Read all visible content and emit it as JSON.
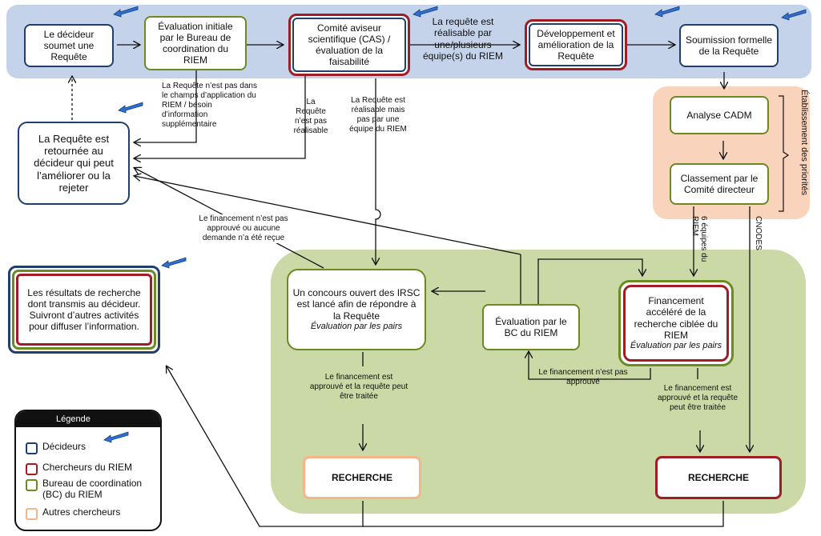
{
  "boxes": {
    "decideur": "Le décideur soumet une Requête",
    "evaluation_initiale": "Évaluation initiale par le Bureau de coordination du RIEM",
    "comite_cas": "Comité aviseur scientifique (CAS) / évaluation de la faisabilité",
    "developpement": "Développement et amélioration de la Requête",
    "soumission": "Soumission formelle de la Requête",
    "analyse_cadm": "Analyse CADM",
    "classement": "Classement par le Comité directeur",
    "retournee": "La Requête est retournée au décideur qui peut l’améliorer ou la rejeter",
    "resultats": "Les résultats de recherche dont transmis au décideur. Suivront d’autres activités pour diffuser l’information.",
    "concours": "Un concours ouvert des IRSC est lancé afin de répondre à la Requête",
    "concours_sub": "Évaluation par les pairs",
    "evaluation_bc": "Évaluation par le BC du RIEM",
    "financement_accelere": "Financement accéléré de la recherche ciblée du RIEM",
    "financement_accelere_sub": "Évaluation par les pairs",
    "recherche_1": "RECHERCHE",
    "recherche_2": "RECHERCHE"
  },
  "labels": {
    "realisable_equipes": "La requête est réalisable par une/plusieurs équipe(s) du RIEM",
    "hors_champs": "La Requête n’est pas dans le champs d’application du RIEM / besoin d’information supplémentaire",
    "pas_realisable": "La Requête n’est pas réalisable",
    "realisable_pas_equipe": "La Requête est réalisable mais pas par une équipe du RIEM",
    "financement_non_recu": "Le financement n’est pas approuvé ou aucune demande n’a été reçue",
    "financement_approuve_1": "Le financement est approuvé et la requête peut être traitée",
    "financement_non_approuve": "Le financement n’est pas approuvé",
    "financement_approuve_2": "Le financement est approuvé et la requête peut être traitée",
    "six_equipes": "6 équipes du RIEM",
    "cnodes": "CNODES",
    "etablissement": "Établissement des priorités"
  },
  "legend": {
    "title": "Légende",
    "items": [
      "Décideurs",
      "Chercheurs du RIEM",
      "Bureau de coordination (BC) du RIEM",
      "Autres chercheurs"
    ]
  },
  "colors": {
    "decideurs": "#1f3f6e",
    "chercheurs_riem": "#a11c24",
    "bureau_coordination": "#6a8a22",
    "autres_chercheurs": "#f3b58a",
    "band_top": "#c5d3ea",
    "band_green": "#cad9a6",
    "band_peach": "#fad3bd",
    "pointer": "#2f6fd0"
  },
  "icons": [
    "pointer-arrow-icon"
  ]
}
